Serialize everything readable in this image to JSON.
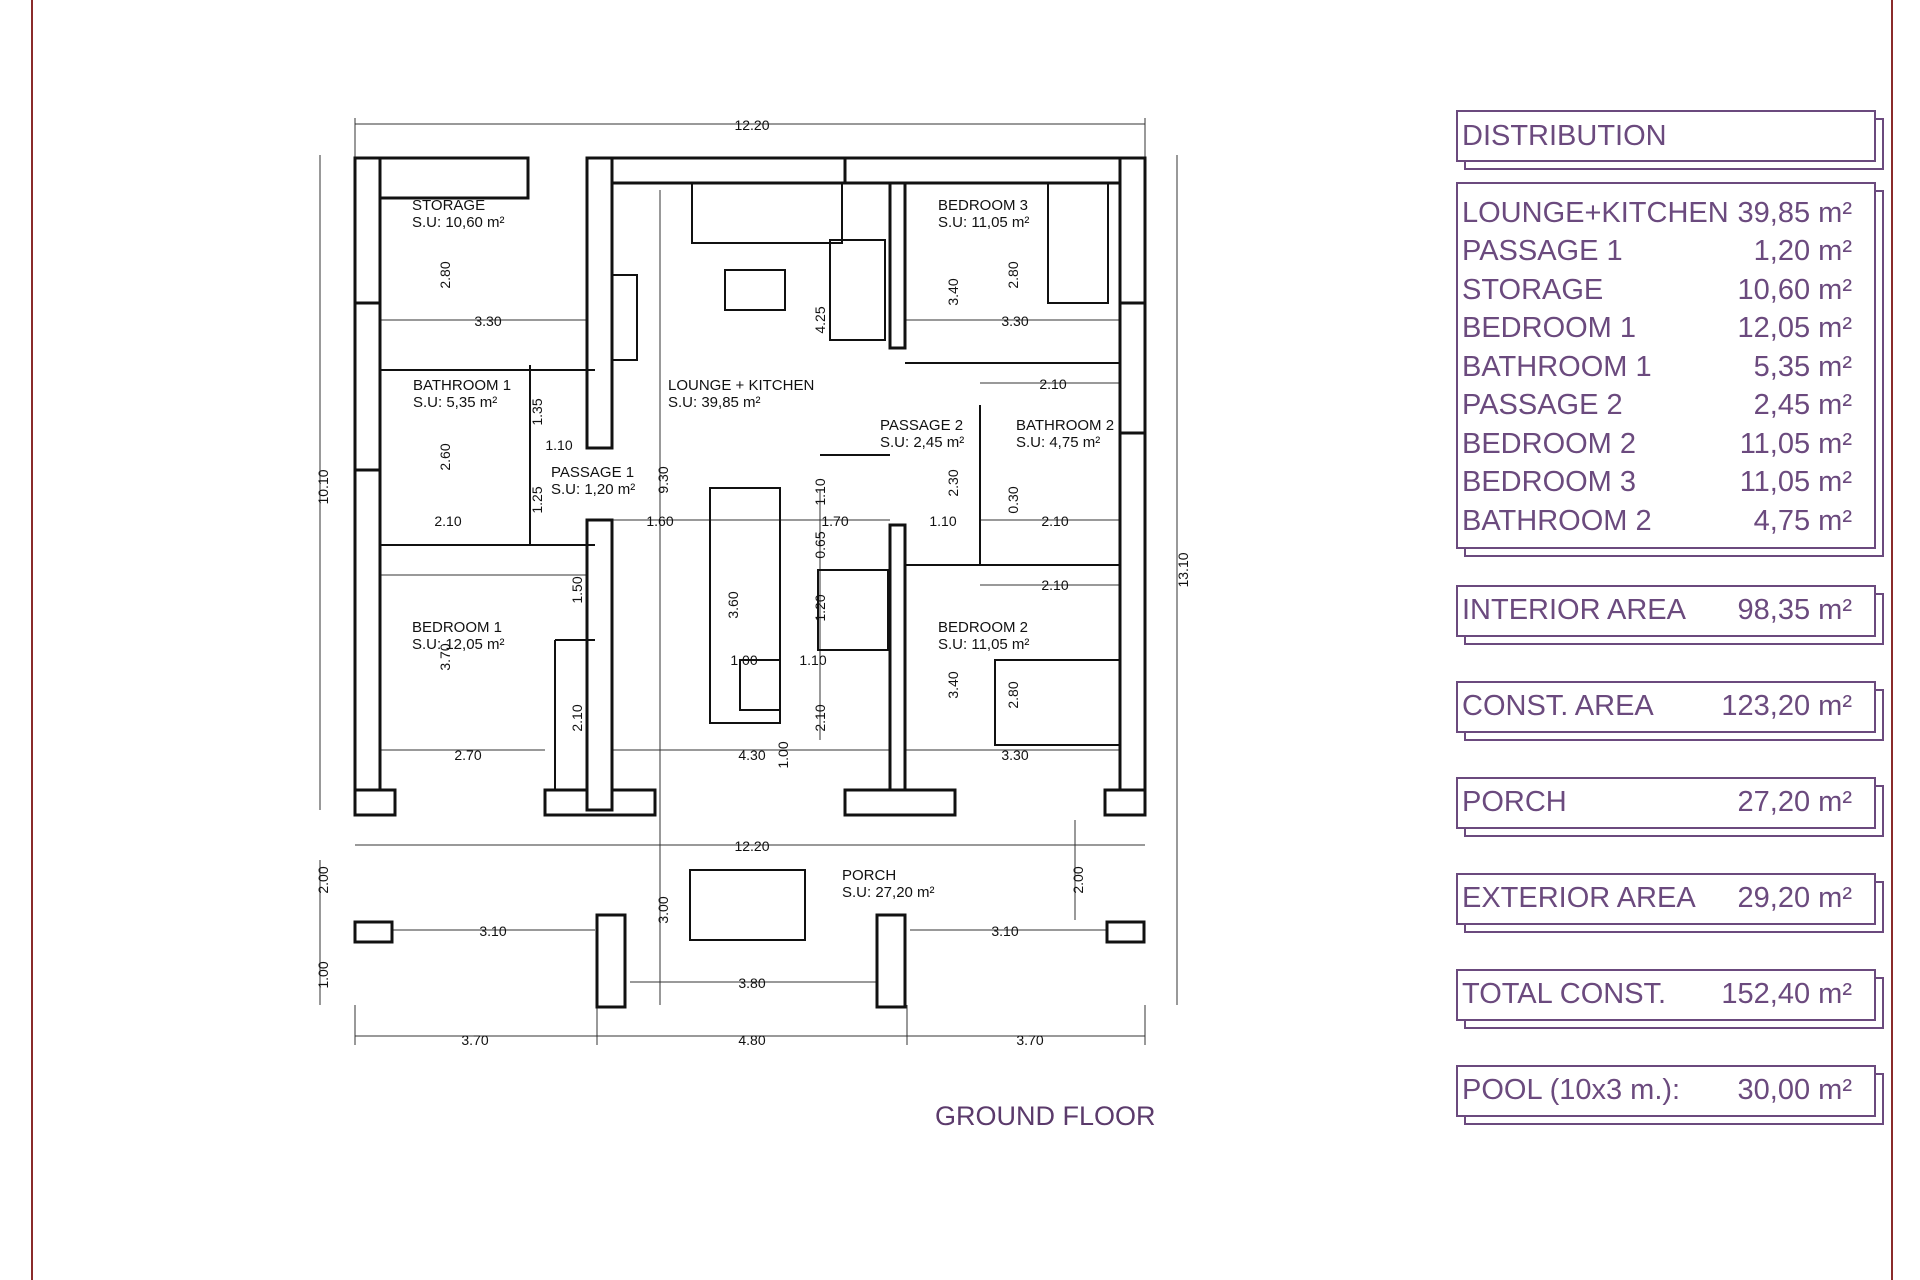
{
  "drawing": {
    "title": "GROUND FLOOR",
    "rooms": [
      {
        "name": "STORAGE",
        "area": "S.U: 10,60 m²"
      },
      {
        "name": "BATHROOM 1",
        "area": "S.U: 5,35 m²"
      },
      {
        "name": "PASSAGE 1",
        "area": "S.U: 1,20 m²"
      },
      {
        "name": "BEDROOM 1",
        "area": "S.U: 12,05 m²"
      },
      {
        "name": "LOUNGE + KITCHEN",
        "area": "S.U: 39,85 m²"
      },
      {
        "name": "BEDROOM 3",
        "area": "S.U: 11,05 m²"
      },
      {
        "name": "PASSAGE 2",
        "area": "S.U: 2,45 m²"
      },
      {
        "name": "BATHROOM 2",
        "area": "S.U: 4,75 m²"
      },
      {
        "name": "BEDROOM 2",
        "area": "S.U: 11,05 m²"
      },
      {
        "name": "PORCH",
        "area": "S.U: 27,20 m²"
      }
    ],
    "dimensions": [
      "12.20",
      "10.10",
      "13.10",
      "3.30",
      "2.80",
      "2.60",
      "2.10",
      "1.10",
      "1.35",
      "1.25",
      "1.50",
      "3.70",
      "2.70",
      "2.10",
      "9.30",
      "1.60",
      "4.25",
      "1.10",
      "3.60",
      "0.65",
      "1.20",
      "1.70",
      "1.00",
      "1.10",
      "2.10",
      "4.30",
      "1.00",
      "3.40",
      "2.80",
      "3.30",
      "2.10",
      "2.30",
      "1.10",
      "0.30",
      "2.10",
      "2.10",
      "3.40",
      "2.80",
      "3.30",
      "12.20",
      "2.00",
      "1.00",
      "3.00",
      "3.10",
      "3.10",
      "3.80",
      "2.00",
      "3.70",
      "4.80",
      "3.70"
    ]
  },
  "table": {
    "heading": "DISTRIBUTION",
    "items": [
      {
        "label": "LOUNGE+KITCHEN",
        "value": "39,85 m²"
      },
      {
        "label": "PASSAGE 1",
        "value": "1,20 m²"
      },
      {
        "label": "STORAGE",
        "value": "10,60 m²"
      },
      {
        "label": "BEDROOM 1",
        "value": "12,05 m²"
      },
      {
        "label": "BATHROOM 1",
        "value": "5,35 m²"
      },
      {
        "label": "PASSAGE 2",
        "value": "2,45 m²"
      },
      {
        "label": "BEDROOM 2",
        "value": "11,05 m²"
      },
      {
        "label": "BEDROOM 3",
        "value": "11,05 m²"
      },
      {
        "label": "BATHROOM 2",
        "value": "4,75 m²"
      }
    ],
    "totals": [
      {
        "label": "INTERIOR AREA",
        "value": "98,35 m²"
      },
      {
        "label": "CONST. AREA",
        "value": "123,20 m²"
      },
      {
        "label": "PORCH",
        "value": "27,20 m²"
      },
      {
        "label": "EXTERIOR AREA",
        "value": "29,20 m²"
      },
      {
        "label": "TOTAL CONST.",
        "value": "152,40 m²"
      },
      {
        "label": "POOL (10x3 m.):",
        "value": "30,00 m²"
      }
    ]
  }
}
